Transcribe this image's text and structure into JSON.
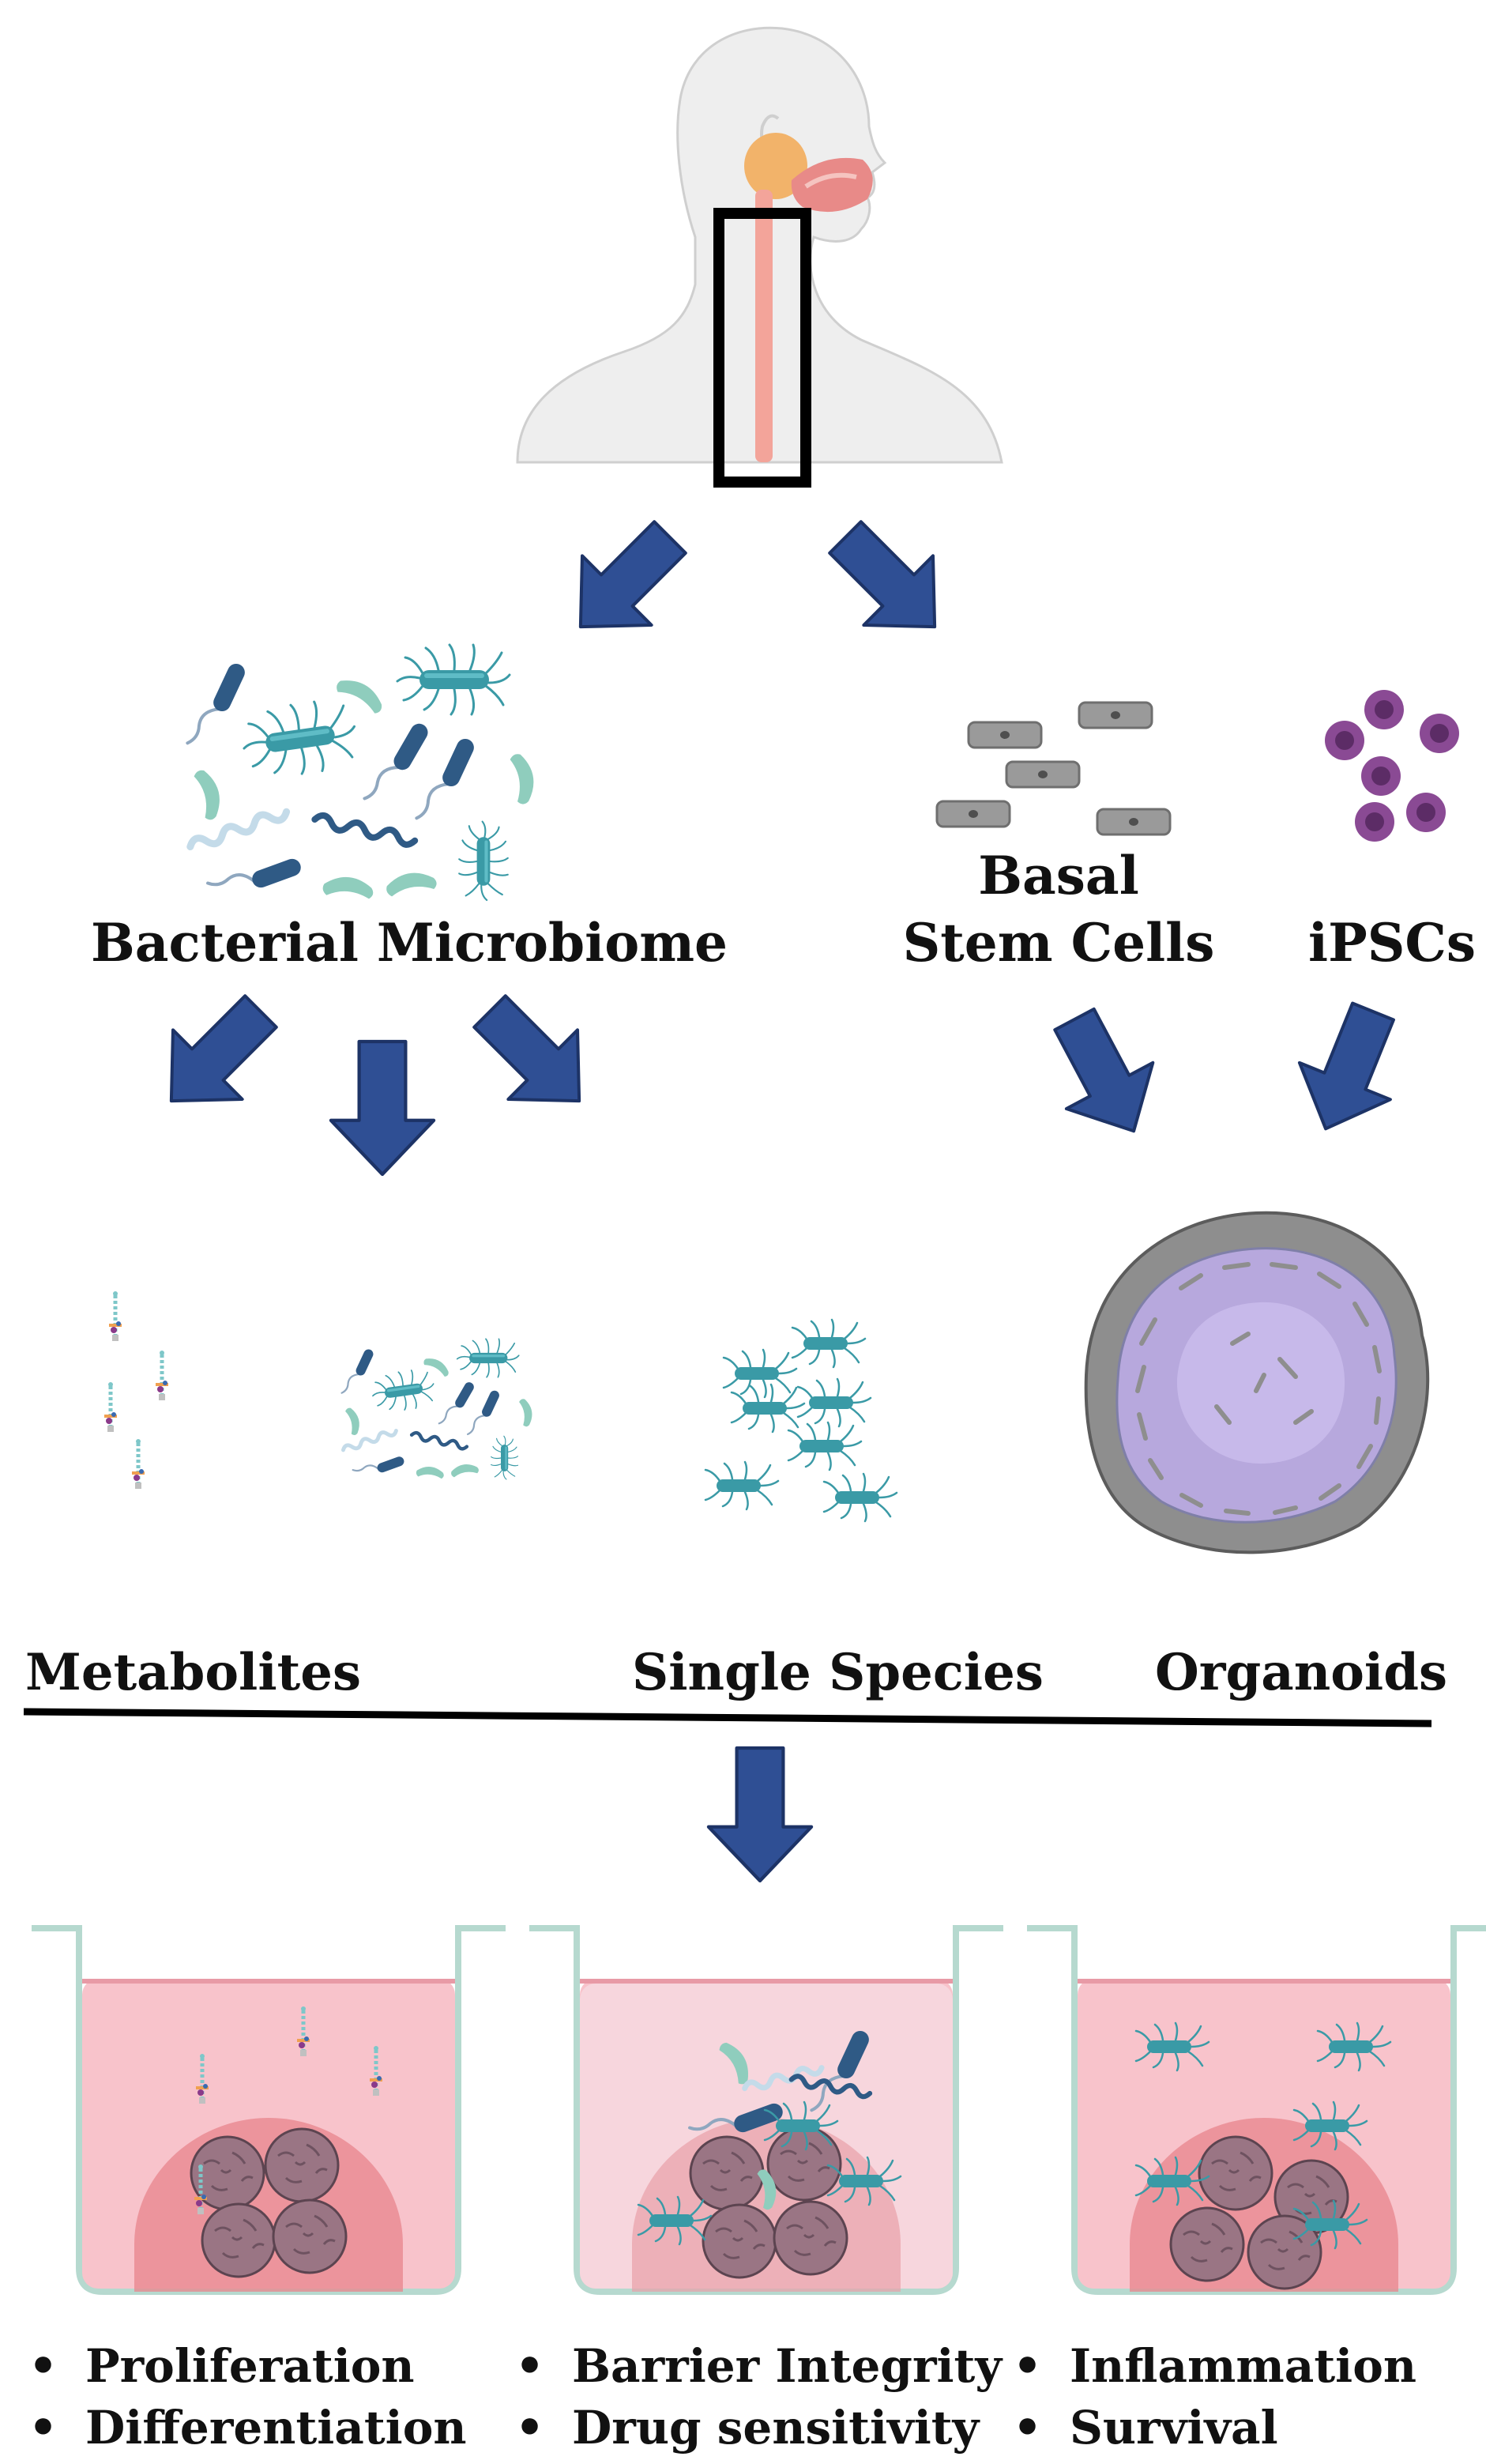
{
  "labels": {
    "microbiome": "Bacterial Microbiome",
    "basal_line1": "Basal",
    "basal_line2": "Stem Cells",
    "ipscs": "iPSCs",
    "metabolites": "Metabolites",
    "single_species": "Single Species",
    "organoids": "Organoids"
  },
  "outcomes": {
    "bullet": "•",
    "left": [
      "Proliferation",
      "Differentiation"
    ],
    "middle": [
      "Barrier Integrity",
      "Drug sensitivity"
    ],
    "right": [
      "Inflammation",
      "Survival"
    ]
  },
  "colors": {
    "arrow": "#2f4f94",
    "arrow_outline": "#1d3366",
    "skin": "#eeeeee",
    "esophagus": "#f3a49a",
    "medium": "#f8c3cb",
    "matrix": "#e8848c",
    "organoid": "#9a7584",
    "bacteria_teal": "#3a9aa6",
    "bacteria_navy": "#2f5a85",
    "bacteria_mint": "#8fcdbd",
    "basal_cell": "#999999",
    "ipsc": "#8a4a94",
    "organoid_lumen": "#b7a8dd",
    "organoid_wall": "#9a9a9a"
  }
}
